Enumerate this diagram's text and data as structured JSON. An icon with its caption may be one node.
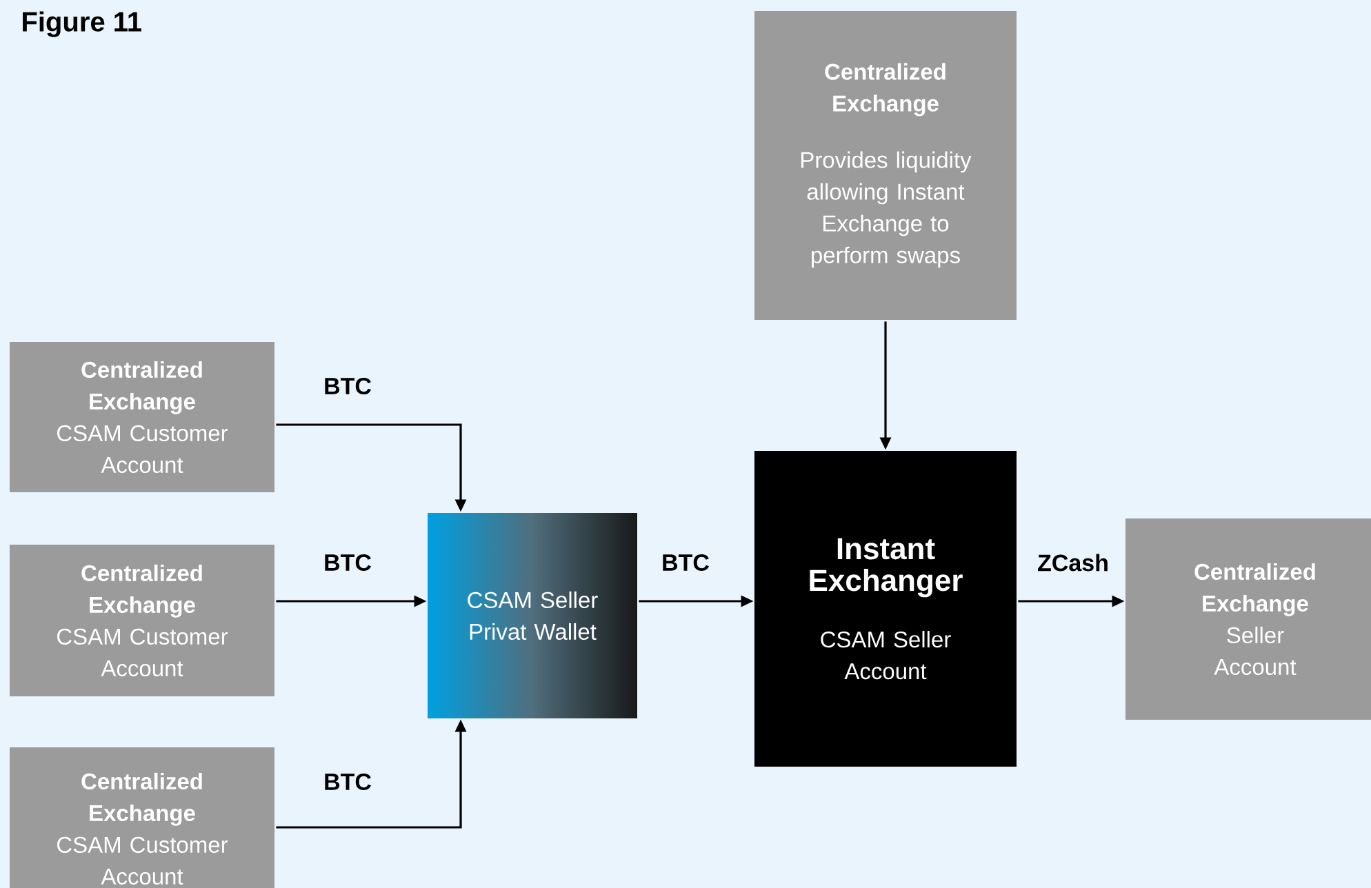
{
  "diagram": {
    "title": "Figure 11",
    "nodes": [
      {
        "text": [
          "Centralized Exchange",
          "Provides liquidity allowing Instant Exchange to perform swaps"
        ]
      },
      {
        "text": [
          "Centralized Exchange",
          "CSAM Customer Account"
        ]
      },
      {
        "text": [
          "Centralized Exchange",
          "CSAM Customer Account"
        ]
      },
      {
        "text": [
          "Centralized Exchange",
          "CSAM Customer Account"
        ]
      },
      {
        "text": [
          "CSAM Seller Privat Wallet"
        ]
      },
      {
        "text": [
          "Instant Exchanger",
          "CSAM Seller Account"
        ]
      },
      {
        "text": [
          "Centralized Exchange",
          "Seller Account"
        ]
      }
    ],
    "edges": [
      {
        "from": 1,
        "to": 4,
        "arrow": "to",
        "label": "BTC"
      },
      {
        "from": 2,
        "to": 4,
        "arrow": "to",
        "label": "BTC"
      },
      {
        "from": 3,
        "to": 4,
        "arrow": "to",
        "label": "BTC"
      },
      {
        "from": 4,
        "to": 5,
        "arrow": "to",
        "label": "BTC"
      },
      {
        "from": 0,
        "to": 5,
        "arrow": "to"
      },
      {
        "from": 5,
        "to": 6,
        "arrow": "to",
        "label": "ZCash"
      }
    ]
  }
}
